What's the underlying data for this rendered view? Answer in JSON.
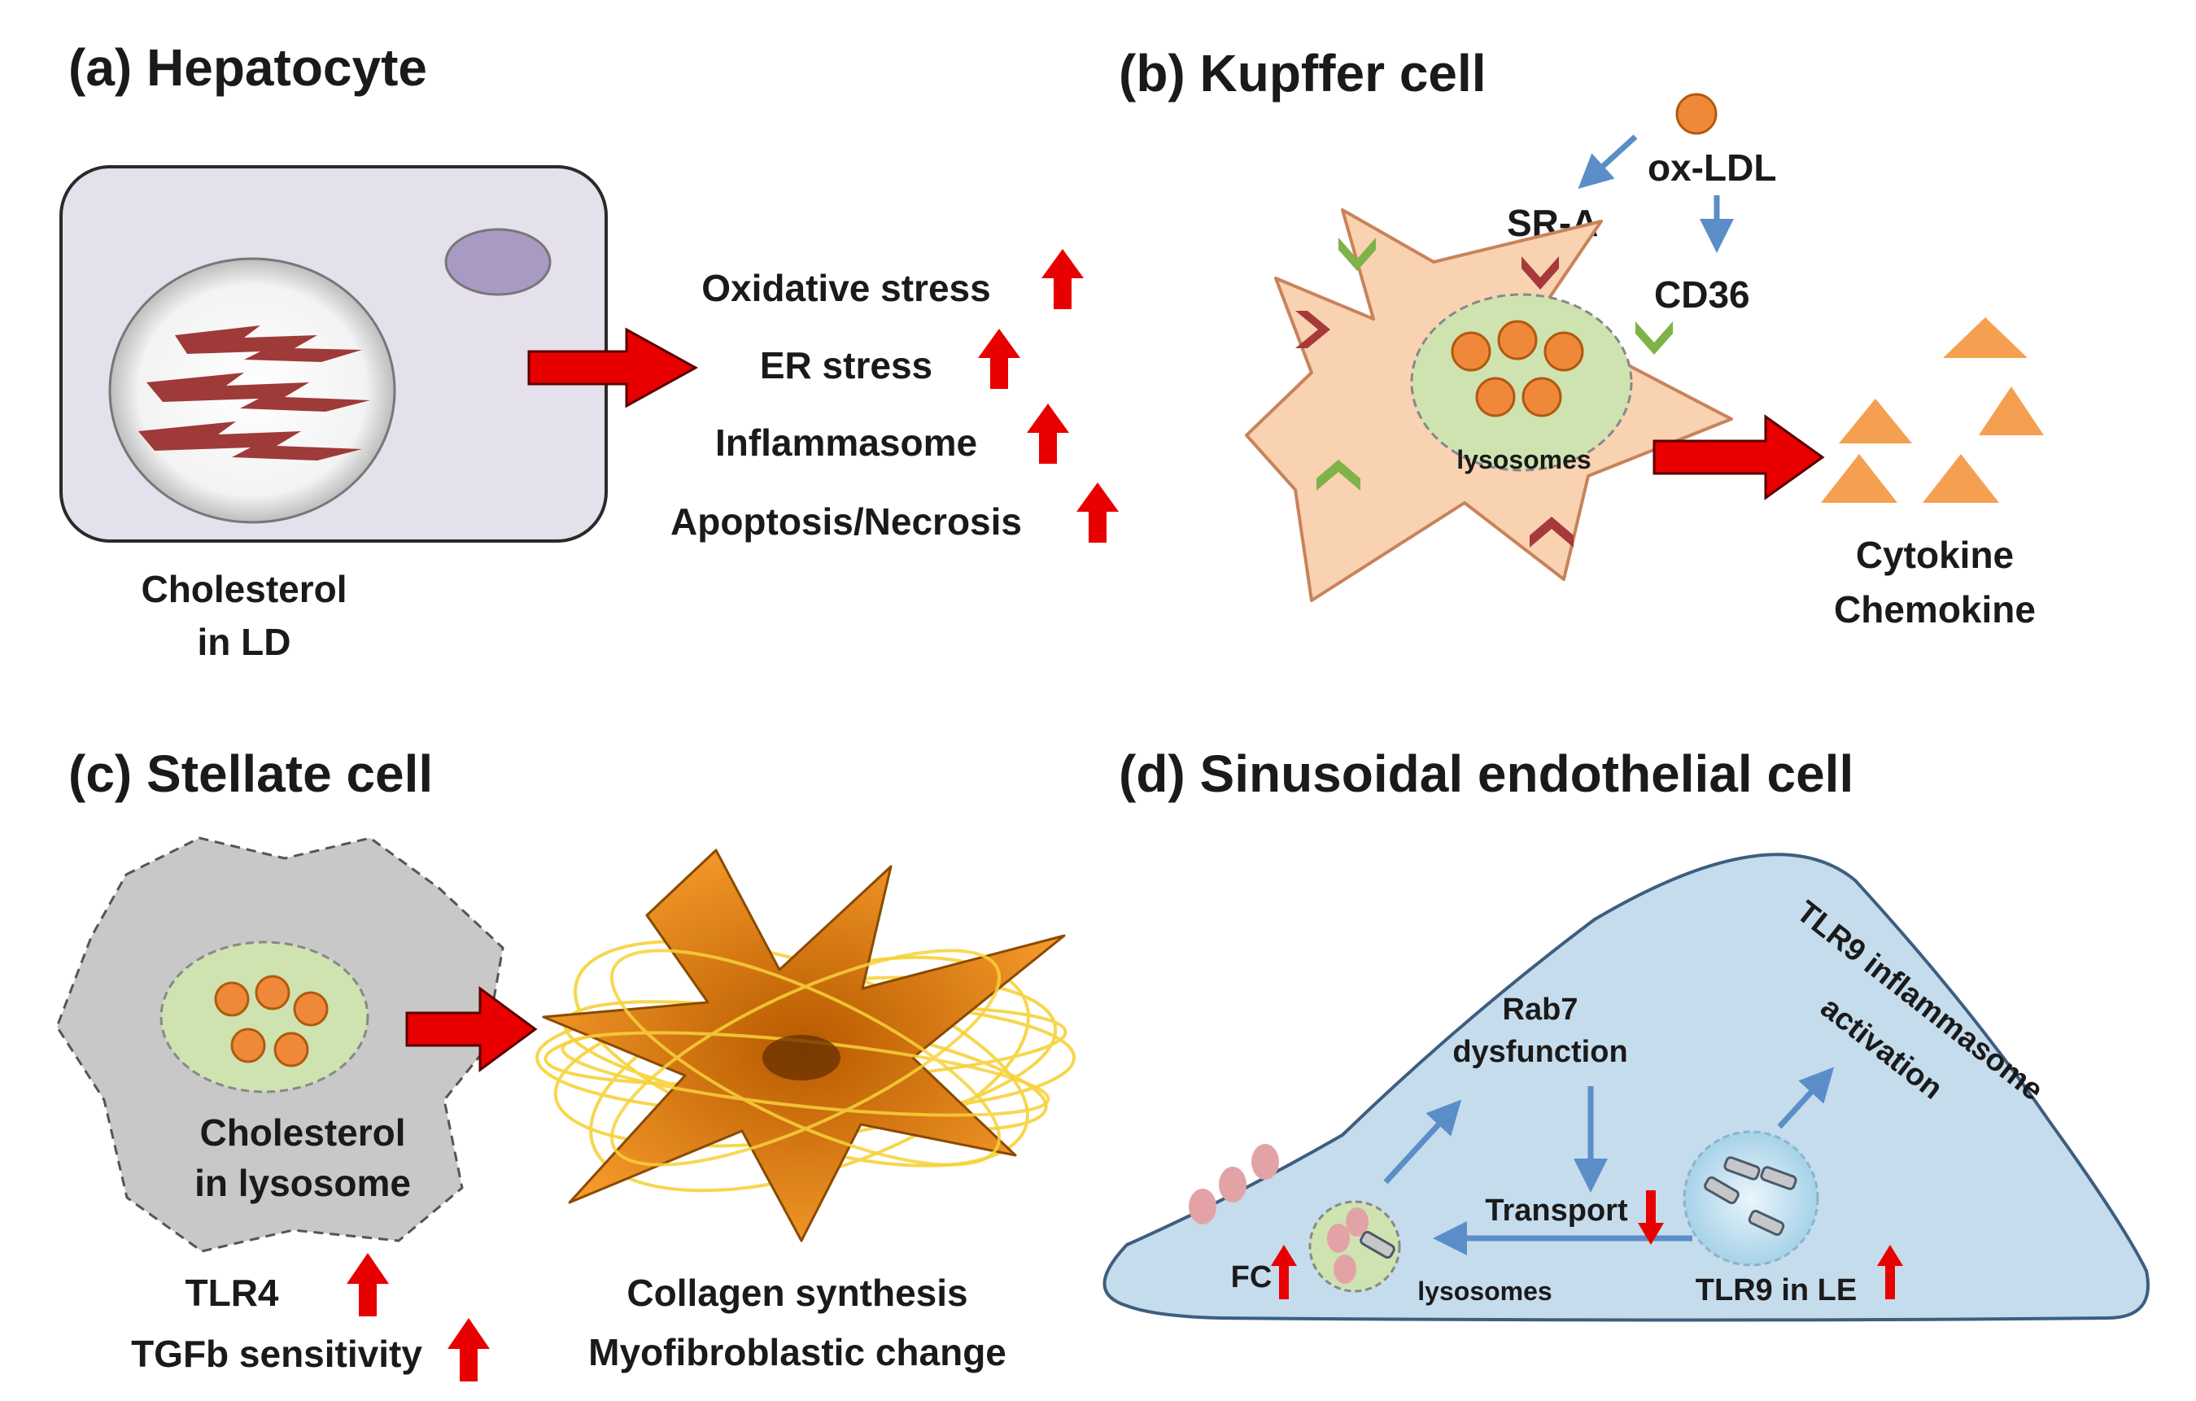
{
  "panels": {
    "a": {
      "title": "(a) Hepatocyte",
      "cell_label_1": "Cholesterol",
      "cell_label_2": "in LD",
      "effects": [
        "Oxidative stress",
        "ER stress",
        "Inflammasome",
        "Apoptosis/Necrosis"
      ]
    },
    "b": {
      "title": "(b) Kupffer cell",
      "ligand": "ox-LDL",
      "receptor_1": "SR-A",
      "receptor_2": "CD36",
      "organelle": "lysosomes",
      "output_1": "Cytokine",
      "output_2": "Chemokine"
    },
    "c": {
      "title": "(c) Stellate cell",
      "cell_label_1": "Cholesterol",
      "cell_label_2": "in lysosome",
      "marker_1": "TLR4",
      "marker_2": "TGFb sensitivity",
      "outcome_1": "Collagen synthesis",
      "outcome_2": "Myofibroblastic change"
    },
    "d": {
      "title": "(d) Sinusoidal endothelial cell",
      "rab7_1": "Rab7",
      "rab7_2": "dysfunction",
      "tlr9_1": "TLR9 inflammasome",
      "tlr9_2": "activation",
      "transport": "Transport",
      "fc": "FC",
      "lysosomes": "lysosomes",
      "tlr9_le": "TLR9 in LE"
    }
  },
  "colors": {
    "red_arrow": "#e80000",
    "blue_arrow": "#5b8ec9",
    "hepatocyte_fill": "#e4e0ec",
    "kupffer_fill": "#f9d2b2",
    "lysosome_fill": "#cfe3b0",
    "droplet_fill": "#f0883a",
    "cytokine_fill": "#f4a050",
    "stellate_fill": "#c8c8c8",
    "activated_fill": "#d4740e",
    "endothelial_fill": "#c5dced",
    "cholesterol_crystal": "#9e3a38"
  }
}
